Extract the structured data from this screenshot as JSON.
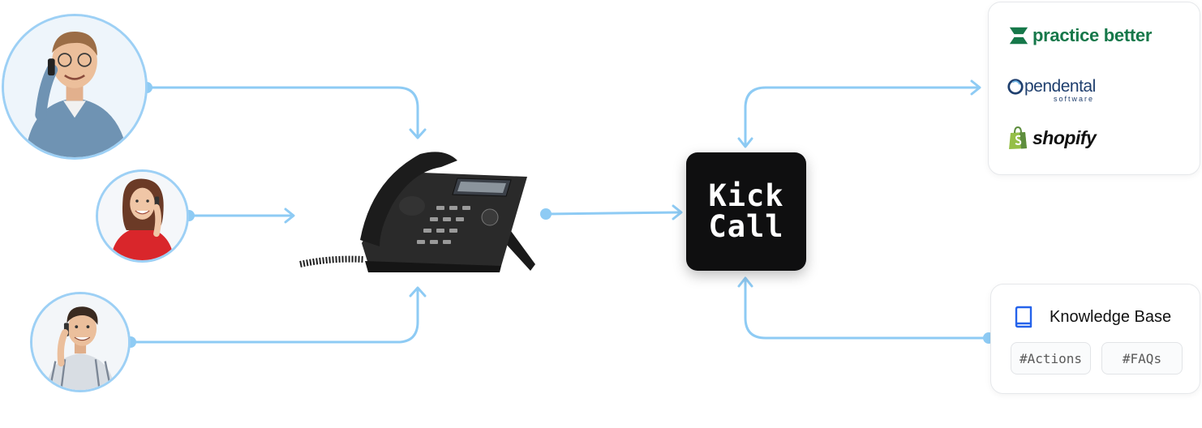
{
  "colors": {
    "connector": "#8ecbf4",
    "avatar_border": "#9dd0f5",
    "kickcall_bg": "#0f0f10",
    "practicebetter": "#16784a",
    "opendental": "#1f3f6e",
    "shopify_bag": "#95bf47",
    "knowledge_icon": "#2563eb"
  },
  "callers": [
    {
      "icon": "caller-avatar-man-glasses"
    },
    {
      "icon": "caller-avatar-woman"
    },
    {
      "icon": "caller-avatar-man"
    }
  ],
  "phone": {
    "icon": "desk-phone-icon"
  },
  "kickcall": {
    "label": "Kick\nCall"
  },
  "integrations": {
    "practicebetter": {
      "icon": "practicebetter-logo-icon",
      "text": "practice better"
    },
    "opendental": {
      "icon": "opendental-logo-icon",
      "main": "pendental",
      "sub": "software"
    },
    "shopify": {
      "icon": "shopify-bag-icon",
      "text": "shopify"
    }
  },
  "knowledge_base": {
    "icon": "book-icon",
    "title": "Knowledge Base",
    "tags": [
      "#Actions",
      "#FAQs"
    ]
  }
}
